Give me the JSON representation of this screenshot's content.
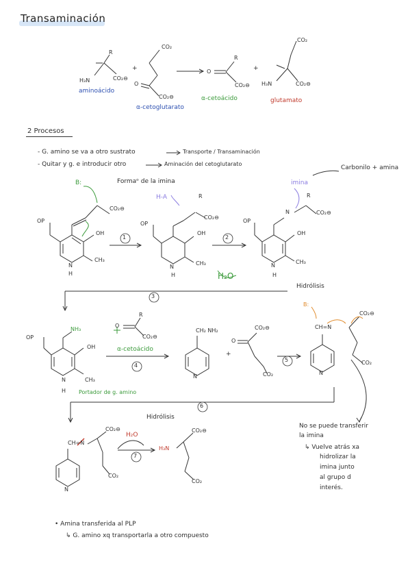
{
  "title": "Transaminación",
  "top_reaction": {
    "labels": {
      "aminoacido": "aminoácido",
      "cetoglutarato": "α-cetoglutarato",
      "cetoacido": "α-cetoácido",
      "glutamato": "glutamato"
    },
    "atoms": {
      "R1": "R",
      "H3N": "H₃N",
      "CO2a": "CO₂⊖",
      "CO2b": "CO₂",
      "O1": "O",
      "CO2c": "CO₂⊖",
      "R2": "R",
      "O2": "O",
      "CO2d": "CO₂⊖",
      "CO2e": "CO₂",
      "H3N2": "H₃N",
      "CO2f": "CO₂⊖"
    },
    "plus": "+"
  },
  "section": {
    "heading": "2 Procesos",
    "step1": "- G. amino se va a otro sustrato",
    "step1_result": "Transporte / Transaminación",
    "step2": "- Quitar y g. e introducir otro",
    "step2_result": "Aminación del cetoglutarato"
  },
  "mechanism": {
    "formation": "Formaᵒ de la imina",
    "imina": "imina",
    "carbonilo": "Carbonilo + amina",
    "base": "B:",
    "HA": "H-A",
    "h2o": "H₂O",
    "step1": "1",
    "step2": "2",
    "step3": "3",
    "step4": "4",
    "step5": "5",
    "step6": "6",
    "step7": "7",
    "hidrolisis1": "Hidrólisis",
    "hidrolisis2": "Hidrólisis",
    "cetoacido": "α-cetoácido",
    "portador": "Portador de g. amino",
    "atoms": {
      "OP": "OP",
      "OH": "OH",
      "CH3": "CH₃",
      "N": "N",
      "H": "H",
      "NH3": "NH₃",
      "CH2NH2": "CH₂ NH₂",
      "CO2": "CO₂",
      "CO2neg": "CO₂⊖",
      "O": "O",
      "R": "R",
      "CHN": "CH=N",
      "H3N": "H₃N",
      "h2o": "H₂O"
    }
  },
  "notes": {
    "no_transfer_1": "No se puede transferir",
    "no_transfer_2": "la imina",
    "back_1": "↳ Vuelve atrás xa",
    "back_2": "hidrolizar la",
    "back_3": "imina junto",
    "back_4": "al grupo d",
    "back_5": "interés."
  },
  "footer": {
    "bullet1": "• Amina transferida al PLP",
    "bullet2": "↳ G. amino xq transportarla a otro compuesto"
  }
}
